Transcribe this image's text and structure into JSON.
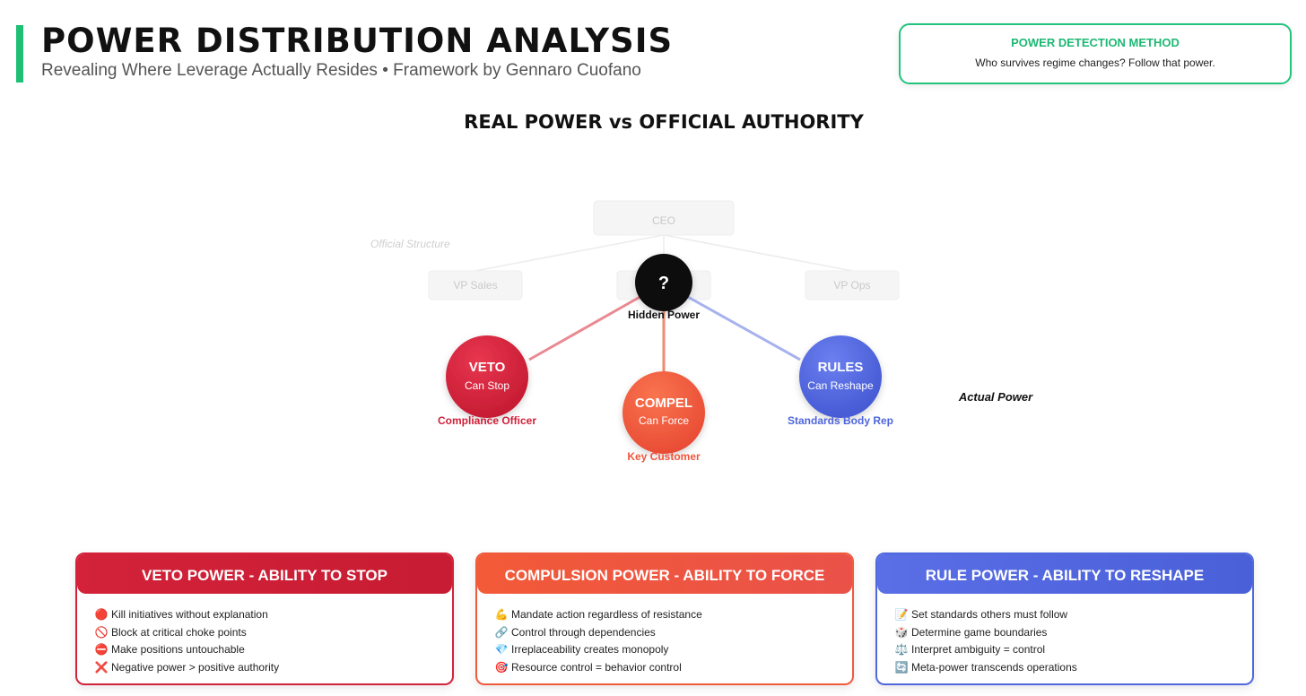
{
  "header": {
    "title": "POWER DISTRIBUTION ANALYSIS",
    "subtitle": "Revealing Where Leverage Actually Resides • Framework by Gennaro Cuofano"
  },
  "method": {
    "title": "POWER DETECTION METHOD",
    "text": "Who survives regime changes? Follow that power."
  },
  "diagram": {
    "title": "REAL POWER vs OFFICIAL AUTHORITY",
    "official_label": "Official Structure",
    "actual_label": "Actual Power",
    "org": {
      "ceo": "CEO",
      "vp_sales": "VP Sales",
      "vp_ops": "VP Ops"
    },
    "hidden": {
      "symbol": "?",
      "label": "Hidden Power",
      "color": "#111111"
    },
    "veto": {
      "title": "VETO",
      "sub": "Can Stop",
      "role": "Compliance Officer",
      "color": "#d01f38"
    },
    "compel": {
      "title": "COMPEL",
      "sub": "Can Force",
      "role": "Key Customer",
      "color": "#f0553a"
    },
    "rules": {
      "title": "RULES",
      "sub": "Can Reshape",
      "role": "Standards Body Rep",
      "color": "#4f66dc"
    }
  },
  "cards": [
    {
      "title": "VETO POWER - ABILITY TO STOP",
      "color": "#d3223a",
      "items": [
        {
          "icon": "red-circle-icon",
          "glyph": "🔴",
          "text": "Kill initiatives without explanation"
        },
        {
          "icon": "prohibited-icon",
          "glyph": "🚫",
          "text": "Block at critical choke points"
        },
        {
          "icon": "no-entry-icon",
          "glyph": "⛔",
          "text": "Make positions untouchable"
        },
        {
          "icon": "cross-mark-icon",
          "glyph": "❌",
          "text": "Negative power > positive authority"
        }
      ]
    },
    {
      "title": "COMPULSION POWER - ABILITY TO FORCE",
      "color": "#ef5a3c",
      "items": [
        {
          "icon": "flexed-biceps-icon",
          "glyph": "💪",
          "text": "Mandate action regardless of resistance"
        },
        {
          "icon": "link-icon",
          "glyph": "🔗",
          "text": "Control through dependencies"
        },
        {
          "icon": "gem-icon",
          "glyph": "💎",
          "text": "Irreplaceability creates monopoly"
        },
        {
          "icon": "target-icon",
          "glyph": "🎯",
          "text": "Resource control = behavior control"
        }
      ]
    },
    {
      "title": "RULE POWER - ABILITY TO RESHAPE",
      "color": "#5068dd",
      "items": [
        {
          "icon": "memo-icon",
          "glyph": "📝",
          "text": "Set standards others must follow"
        },
        {
          "icon": "dice-icon",
          "glyph": "🎲",
          "text": "Determine game boundaries"
        },
        {
          "icon": "balance-scale-icon",
          "glyph": "⚖️",
          "text": "Interpret ambiguity = control"
        },
        {
          "icon": "cycle-arrows-icon",
          "glyph": "🔄",
          "text": "Meta-power transcends operations"
        }
      ]
    }
  ]
}
